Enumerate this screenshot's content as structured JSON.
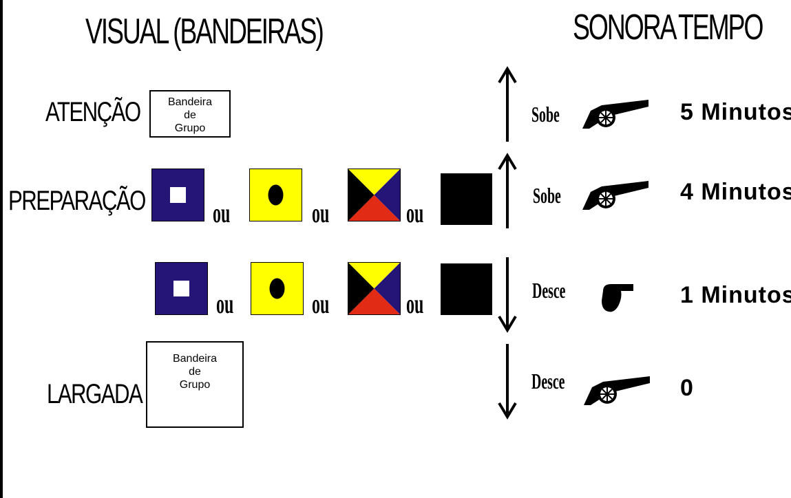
{
  "headings": {
    "visual": "VISUAL (BANDEIRAS)",
    "sonora": "SONORA",
    "tempo": "TEMPO"
  },
  "rows": [
    {
      "stage": "ATENÇÃO",
      "group_flag": [
        "Bandeira",
        "de",
        "Grupo"
      ],
      "arrow": "up",
      "signal": "Sobe",
      "sound": "cannon",
      "time": "5 Minutos"
    },
    {
      "stage": "PREPARAÇÃO",
      "flags": [
        "P",
        "I",
        "Z",
        "black"
      ],
      "separator": "ou",
      "arrow": "up",
      "signal": "Sobe",
      "sound": "cannon",
      "time": "4 Minutos"
    },
    {
      "stage": "",
      "flags": [
        "P",
        "I",
        "Z",
        "black"
      ],
      "separator": "ou",
      "arrow": "down",
      "signal": "Desce",
      "sound": "horn",
      "time": "1 Minutos"
    },
    {
      "stage": "LARGADA",
      "group_flag": [
        "Bandeira",
        "de",
        "Grupo"
      ],
      "arrow": "down",
      "signal": "Desce",
      "sound": "cannon",
      "time": "0"
    }
  ],
  "colors": {
    "blue": "#241577",
    "yellow": "#ffff00",
    "red": "#e12b14",
    "black": "#000000"
  }
}
